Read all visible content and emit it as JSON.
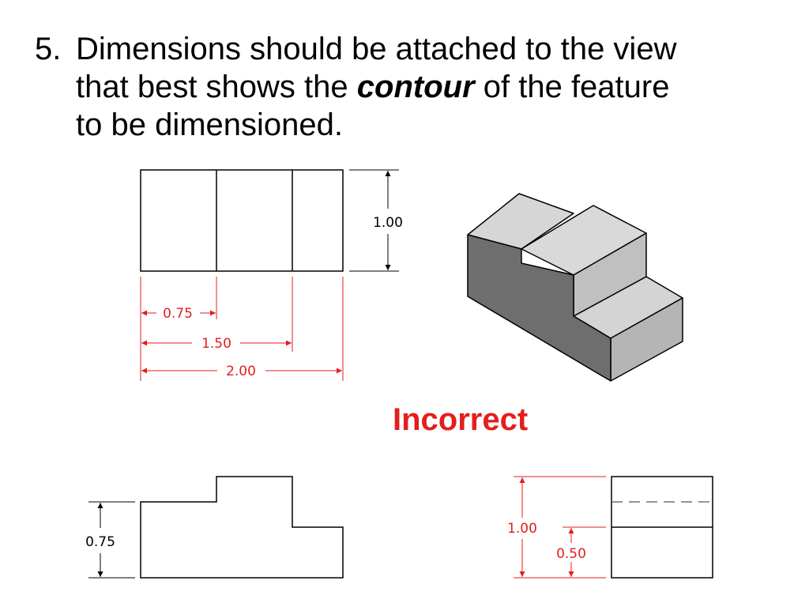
{
  "slide": {
    "heading": {
      "number": "5.",
      "line1": "Dimensions should be attached to the view",
      "line2_before": "that best shows the ",
      "line2_emphasis": "contour",
      "line2_after": " of the feature",
      "line3": "to be dimensioned."
    },
    "verdict_label": "Incorrect"
  },
  "front_view": {
    "dim_width_1": "0.75",
    "dim_width_2": "1.50",
    "dim_width_3": "2.00",
    "dim_height": "1.00"
  },
  "top_view": {
    "dim_height": "0.75"
  },
  "side_view": {
    "dim_height_total": "1.00",
    "dim_height_lower": "0.50"
  },
  "colors": {
    "dimension": "#e41e1e",
    "verdict": "#e41e1e",
    "outline": "#000000",
    "iso_top_face": "#d6d6d6",
    "iso_front_face": "#6e6e6e",
    "iso_side_face": "#b8b8b8"
  }
}
